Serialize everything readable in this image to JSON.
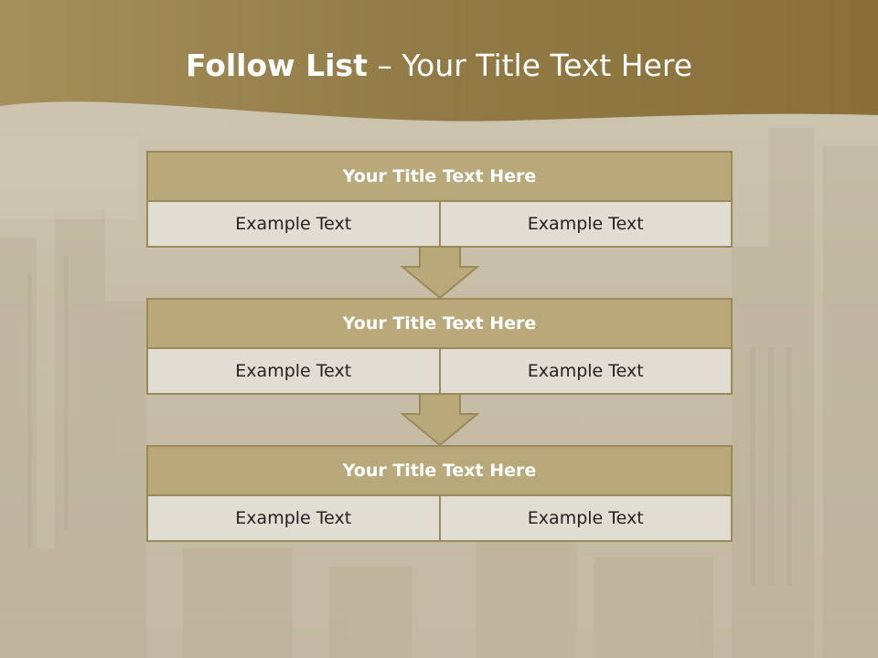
{
  "slide": {
    "title_bold": "Follow List",
    "title_rest": " – Your Title Text Here"
  },
  "steps": [
    {
      "title": "Your Title Text Here",
      "left": "Example Text",
      "right": "Example Text"
    },
    {
      "title": "Your Title Text Here",
      "left": "Example Text",
      "right": "Example Text"
    },
    {
      "title": "Your Title Text Here",
      "left": "Example Text",
      "right": "Example Text"
    }
  ],
  "colors": {
    "header": "#8a7440",
    "block_title": "#b8a87a",
    "cell": "#e2ddd2",
    "border": "#9a8a5a"
  }
}
